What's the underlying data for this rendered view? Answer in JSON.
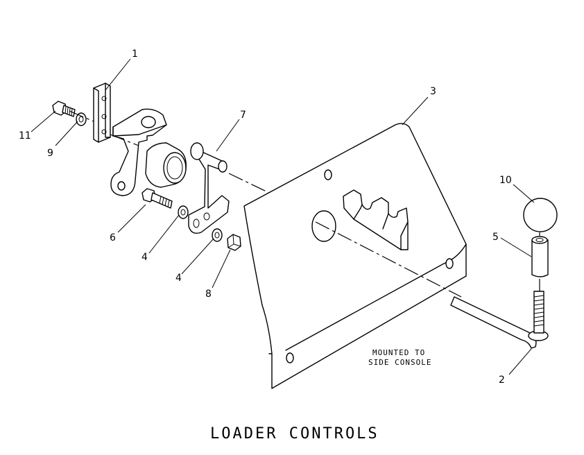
{
  "title": "LOADER CONTROLS",
  "note": {
    "line1": "MOUNTED TO",
    "line2": "SIDE CONSOLE"
  },
  "callouts": {
    "c1": "1",
    "c2": "2",
    "c3": "3",
    "c4a": "4",
    "c4b": "4",
    "c5": "5",
    "c6": "6",
    "c7": "7",
    "c8": "8",
    "c9": "9",
    "c10": "10",
    "c11": "11"
  }
}
